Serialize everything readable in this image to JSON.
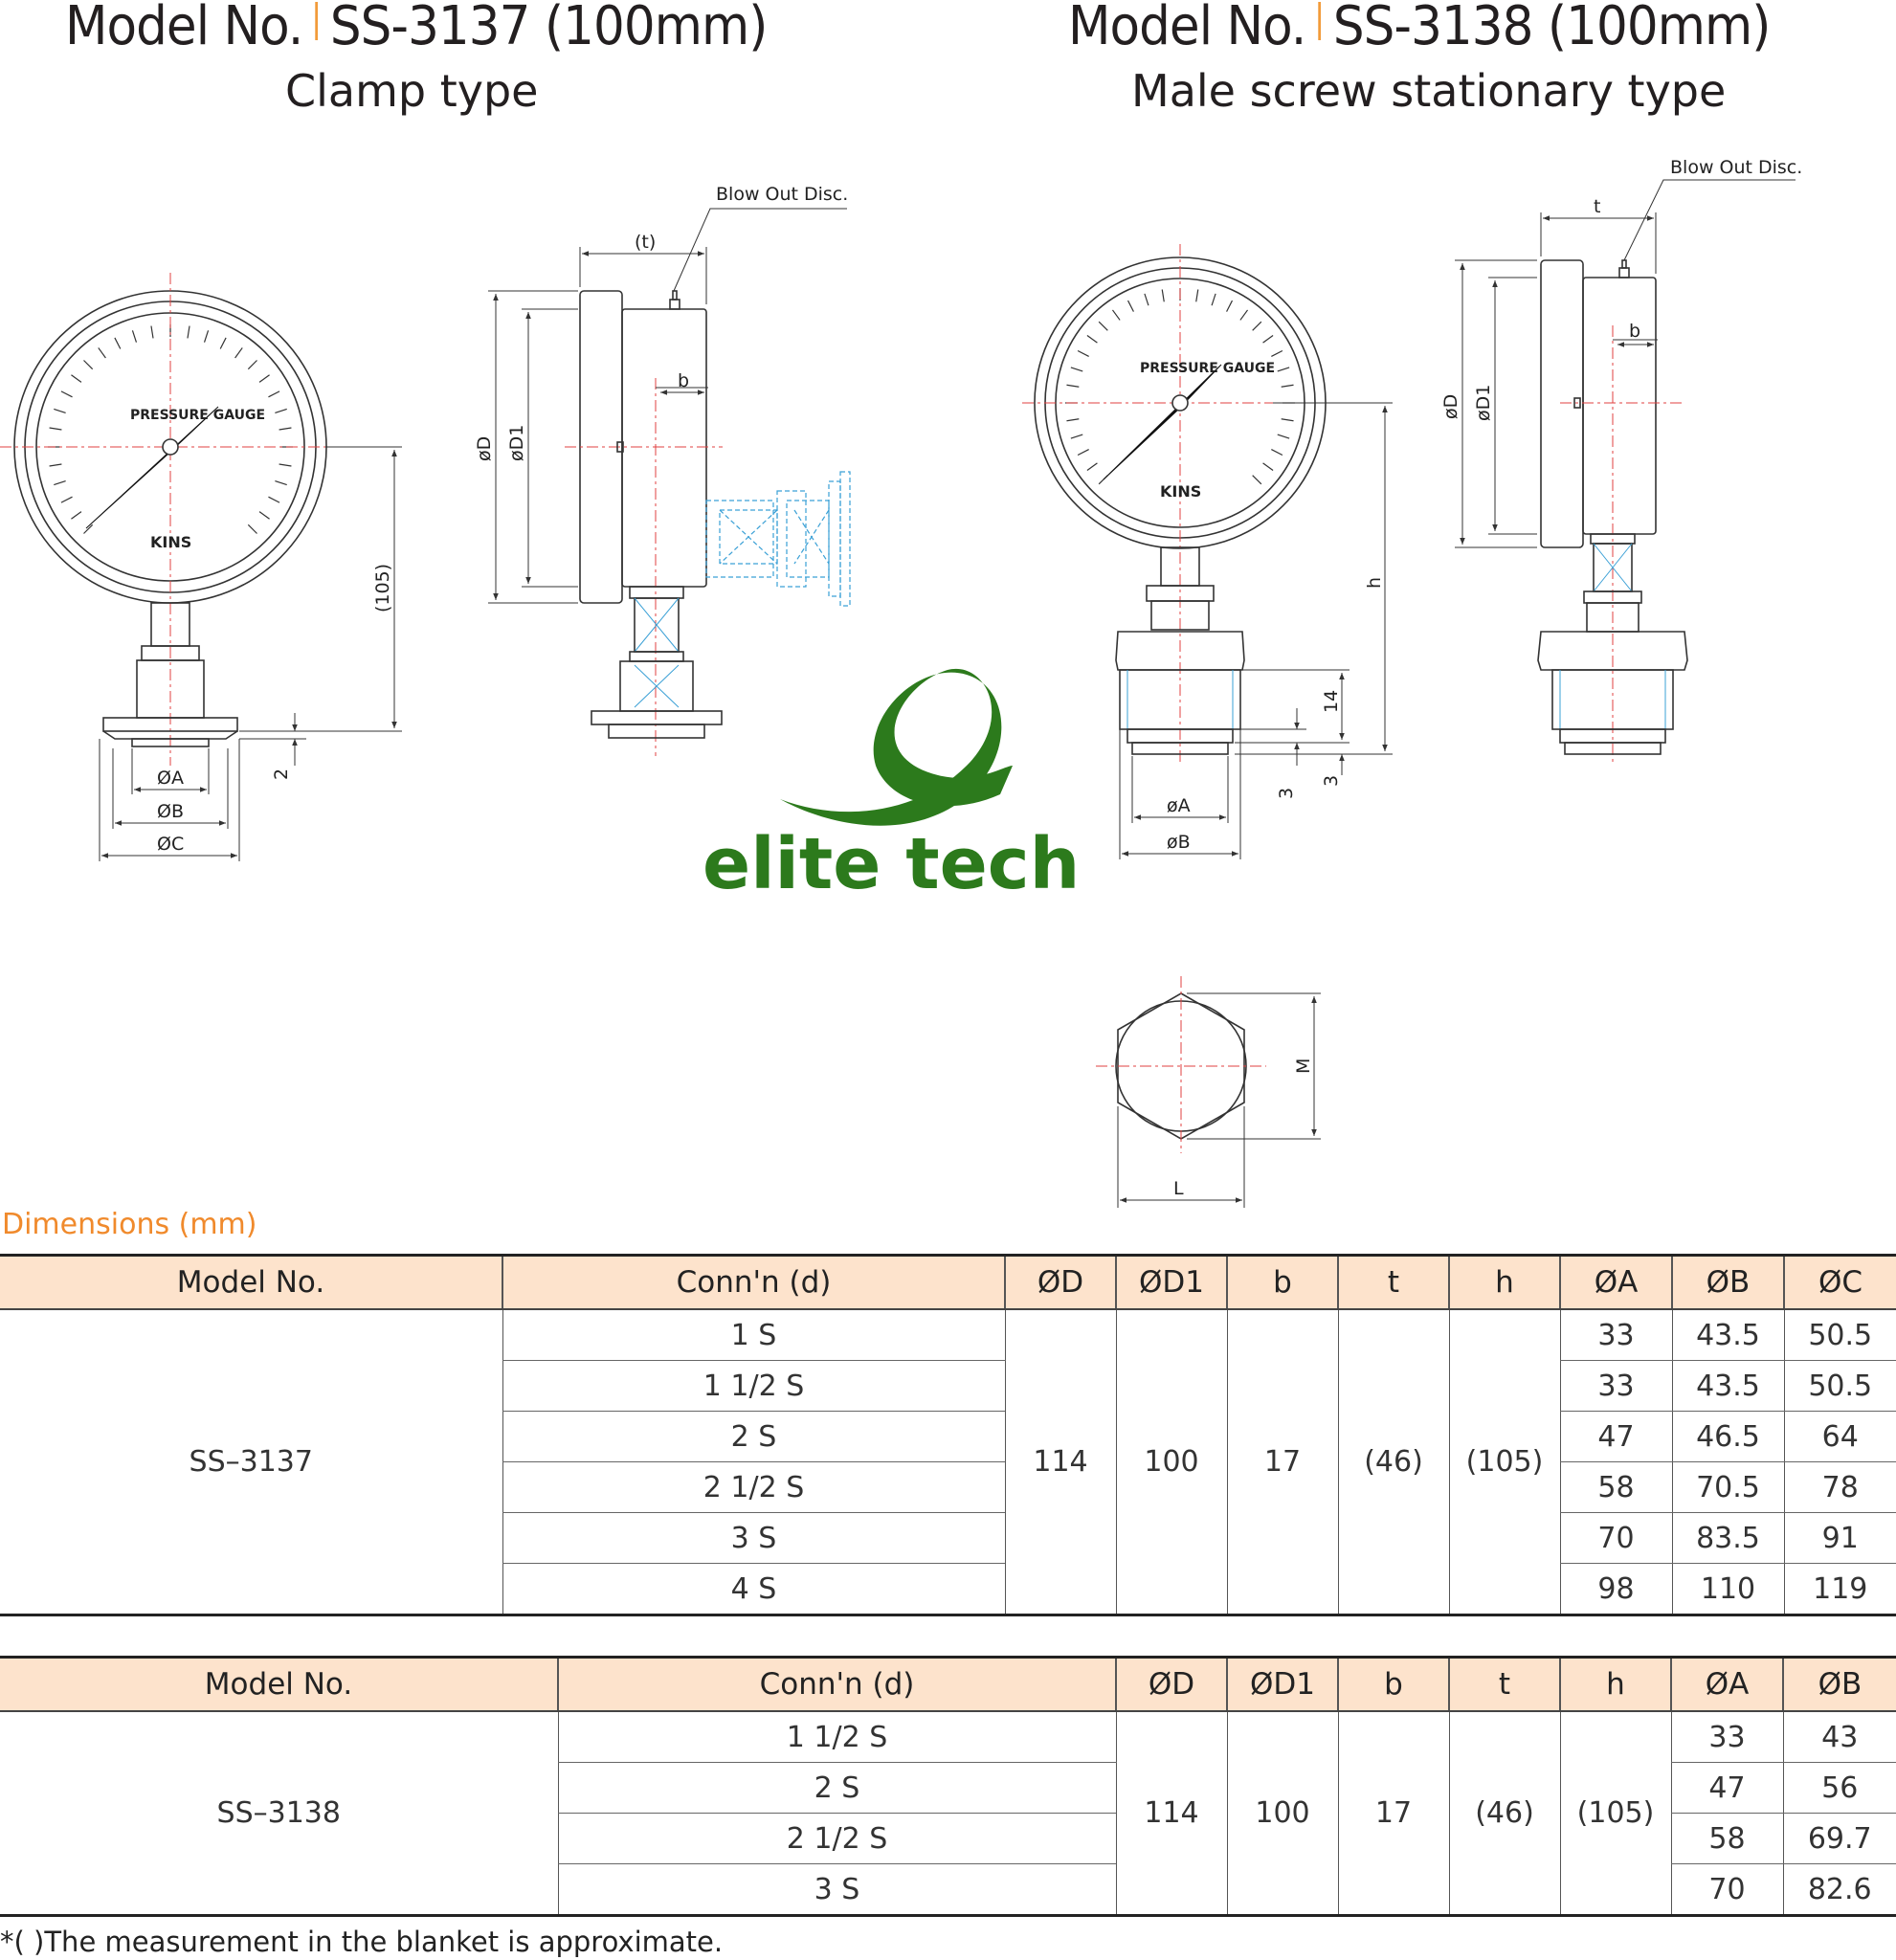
{
  "models": [
    {
      "prefix": "Model No.",
      "code": "SS-3137 (100mm)",
      "subtitle": "Clamp type"
    },
    {
      "prefix": "Model No.",
      "code": "SS-3138 (100mm)",
      "subtitle": "Male screw stationary type"
    }
  ],
  "drawing_labels": {
    "blow_out_disc": "Blow Out Disc.",
    "t_paren": "(t)",
    "t": "t",
    "b": "b",
    "d": "øD",
    "d1": "øD1",
    "h": "h",
    "h105": "(105)",
    "dim2": "2",
    "dim14": "14",
    "dim3": "3",
    "oA": "ØA",
    "oB": "ØB",
    "oC": "ØC",
    "sA": "øA",
    "sB": "øB",
    "M": "M",
    "L": "L",
    "gauge_text": "PRESSURE GAUGE",
    "brand": "KINS"
  },
  "logo": {
    "text": "elite tech",
    "color": "#2c7a1c"
  },
  "dimensions_title": "Dimensions (mm)",
  "table1": {
    "headers": [
      "Model No.",
      "Conn'n (d)",
      "ØD",
      "ØD1",
      "b",
      "t",
      "h",
      "ØA",
      "ØB",
      "ØC"
    ],
    "model": "SS–3137",
    "D": "114",
    "D1": "100",
    "b": "17",
    "t": "(46)",
    "h": "(105)",
    "rows": [
      {
        "conn": "1 S",
        "A": "33",
        "B": "43.5",
        "C": "50.5"
      },
      {
        "conn": "1 1/2 S",
        "A": "33",
        "B": "43.5",
        "C": "50.5"
      },
      {
        "conn": "2 S",
        "A": "47",
        "B": "46.5",
        "C": "64"
      },
      {
        "conn": "2 1/2 S",
        "A": "58",
        "B": "70.5",
        "C": "78"
      },
      {
        "conn": "3 S",
        "A": "70",
        "B": "83.5",
        "C": "91"
      },
      {
        "conn": "4 S",
        "A": "98",
        "B": "110",
        "C": "119"
      }
    ]
  },
  "table2": {
    "headers": [
      "Model No.",
      "Conn'n (d)",
      "ØD",
      "ØD1",
      "b",
      "t",
      "h",
      "ØA",
      "ØB"
    ],
    "model": "SS–3138",
    "D": "114",
    "D1": "100",
    "b": "17",
    "t": "(46)",
    "h": "(105)",
    "rows": [
      {
        "conn": "1 1/2 S",
        "A": "33",
        "B": "43"
      },
      {
        "conn": "2 S",
        "A": "47",
        "B": "56"
      },
      {
        "conn": "2 1/2 S",
        "A": "58",
        "B": "69.7"
      },
      {
        "conn": "3 S",
        "A": "70",
        "B": "82.6"
      }
    ]
  },
  "footnote": "*( )The measurement in the blanket is approximate."
}
